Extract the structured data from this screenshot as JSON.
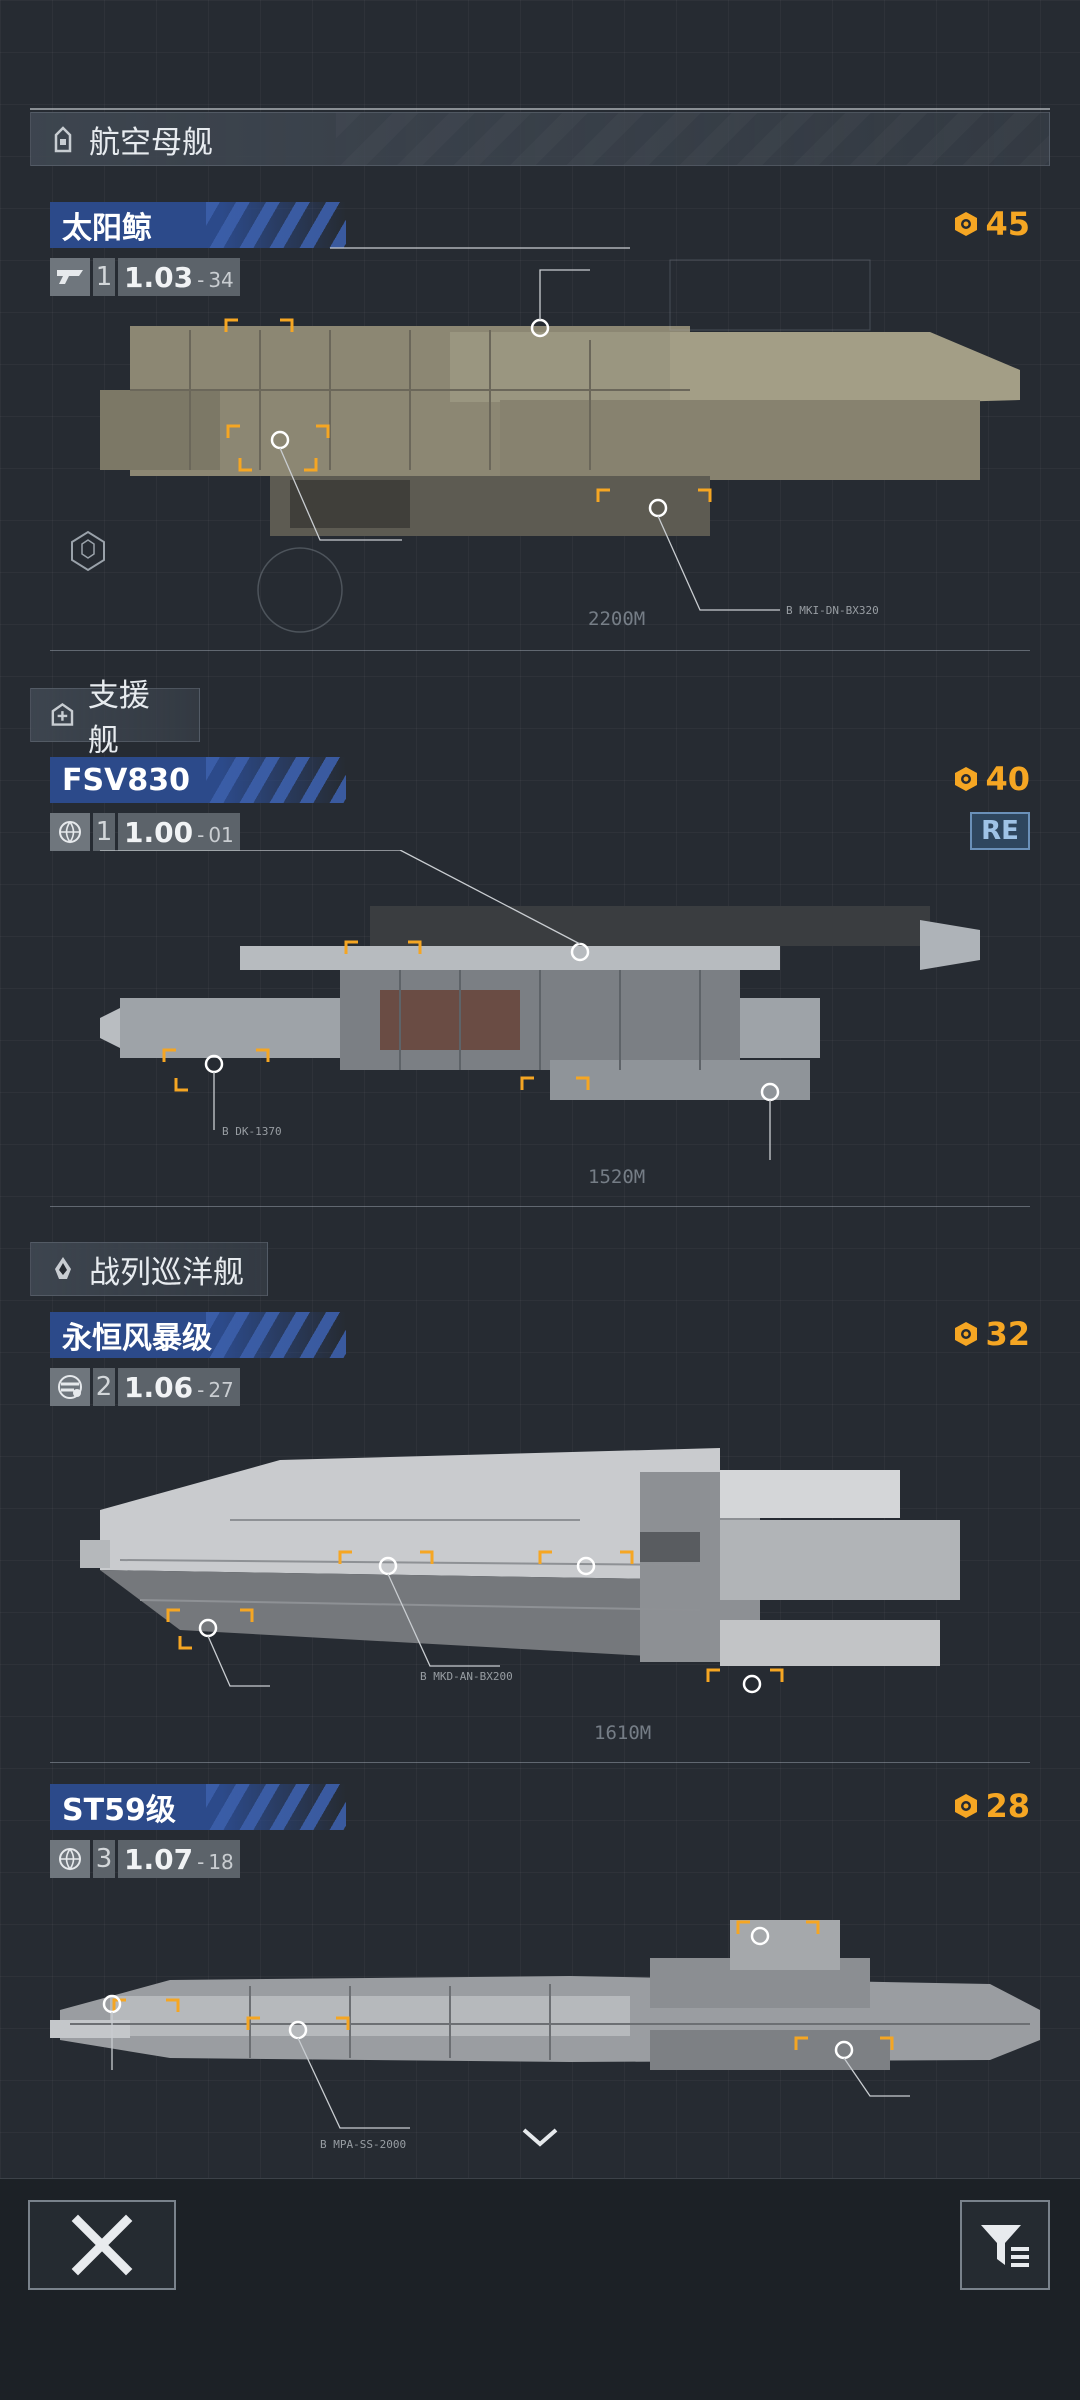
{
  "sections": [
    {
      "category": "航空母舰",
      "ships": [
        {
          "name": "太阳鲸",
          "tier": "1",
          "version": "1.03",
          "version_suffix": "34",
          "cost": "45",
          "length": "2200M",
          "callout": "B MKI-DN-BX320"
        }
      ]
    },
    {
      "category": "支援舰",
      "ships": [
        {
          "name": "FSV830",
          "tier": "1",
          "version": "1.00",
          "version_suffix": "01",
          "cost": "40",
          "badge": "RE",
          "length": "1520M",
          "callout": "B DK-1370"
        }
      ]
    },
    {
      "category": "战列巡洋舰",
      "ships": [
        {
          "name": "永恒风暴级",
          "tier": "2",
          "version": "1.06",
          "version_suffix": "27",
          "cost": "32",
          "length": "1610M",
          "callout": "B MKD-AN-BX200"
        },
        {
          "name": "ST59级",
          "tier": "3",
          "version": "1.07",
          "version_suffix": "18",
          "cost": "28",
          "callout": "B MPA-SS-2000"
        }
      ]
    }
  ],
  "colors": {
    "accent": "#f5a623",
    "name_bar": "#2c4a8a",
    "background": "#262b32"
  },
  "icons": {
    "close": "close-x-icon",
    "filter": "filter-icon",
    "scroll": "chevron-down-icon"
  }
}
